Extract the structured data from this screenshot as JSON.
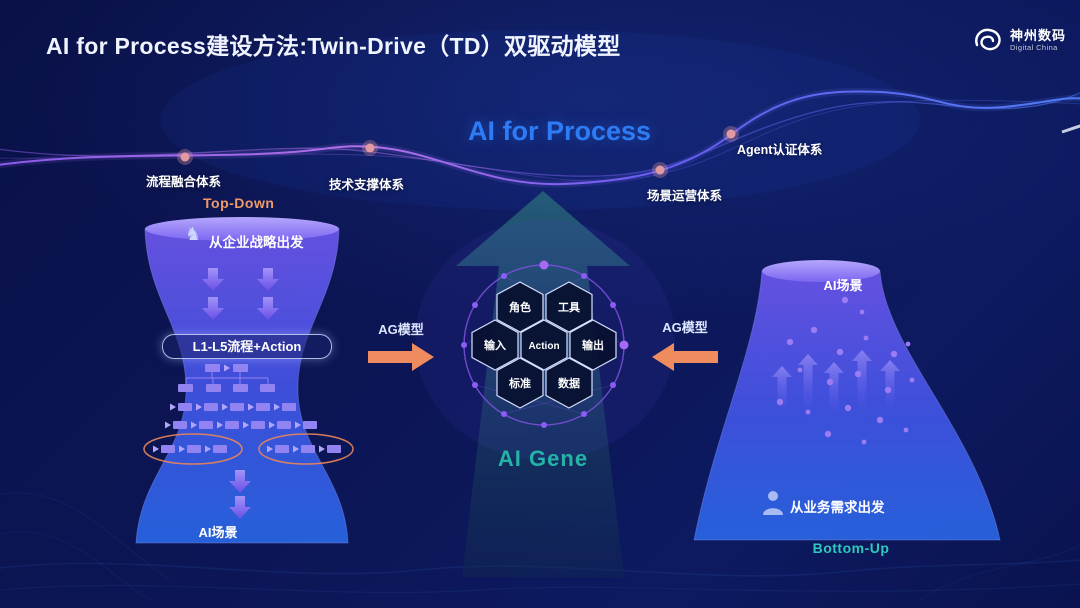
{
  "title": "AI for Process建设方法:Twin-Drive（TD）双驱动模型",
  "logo": {
    "name": "神州数码",
    "subtitle": "Digital China"
  },
  "waypoints": {
    "process_integration": "流程融合体系",
    "tech_support": "技术支撑体系",
    "scenario_operation": "场景运营体系",
    "agent_certification": "Agent认证体系"
  },
  "center": {
    "heading": "AI for Process",
    "gene_label": "AI Gene",
    "hexagons": [
      "角色",
      "工具",
      "输入",
      "Action",
      "输出",
      "标准",
      "数据"
    ]
  },
  "left_funnel": {
    "approach_label": "Top-Down",
    "strategy_text": "从企业战略出发",
    "process_pill": "L1-L5流程+Action",
    "scenario_label": "AI场景"
  },
  "right_funnel": {
    "approach_label": "Bottom-Up",
    "need_text": "从业务需求出发",
    "scenario_label": "AI场景"
  },
  "ag_model": {
    "left_label": "AG模型",
    "right_label": "AG模型"
  },
  "icons": {
    "chess_knight": "♞"
  },
  "colors": {
    "background": "#0a1150",
    "heading_blue": "#2e7cf5",
    "teal_accent": "#23b3a7",
    "orange_accent": "#ef8f63",
    "top_down_orange": "#f09a66",
    "purple_accent": "#8b5cf6",
    "milestone_pink": "#e29aa2"
  }
}
